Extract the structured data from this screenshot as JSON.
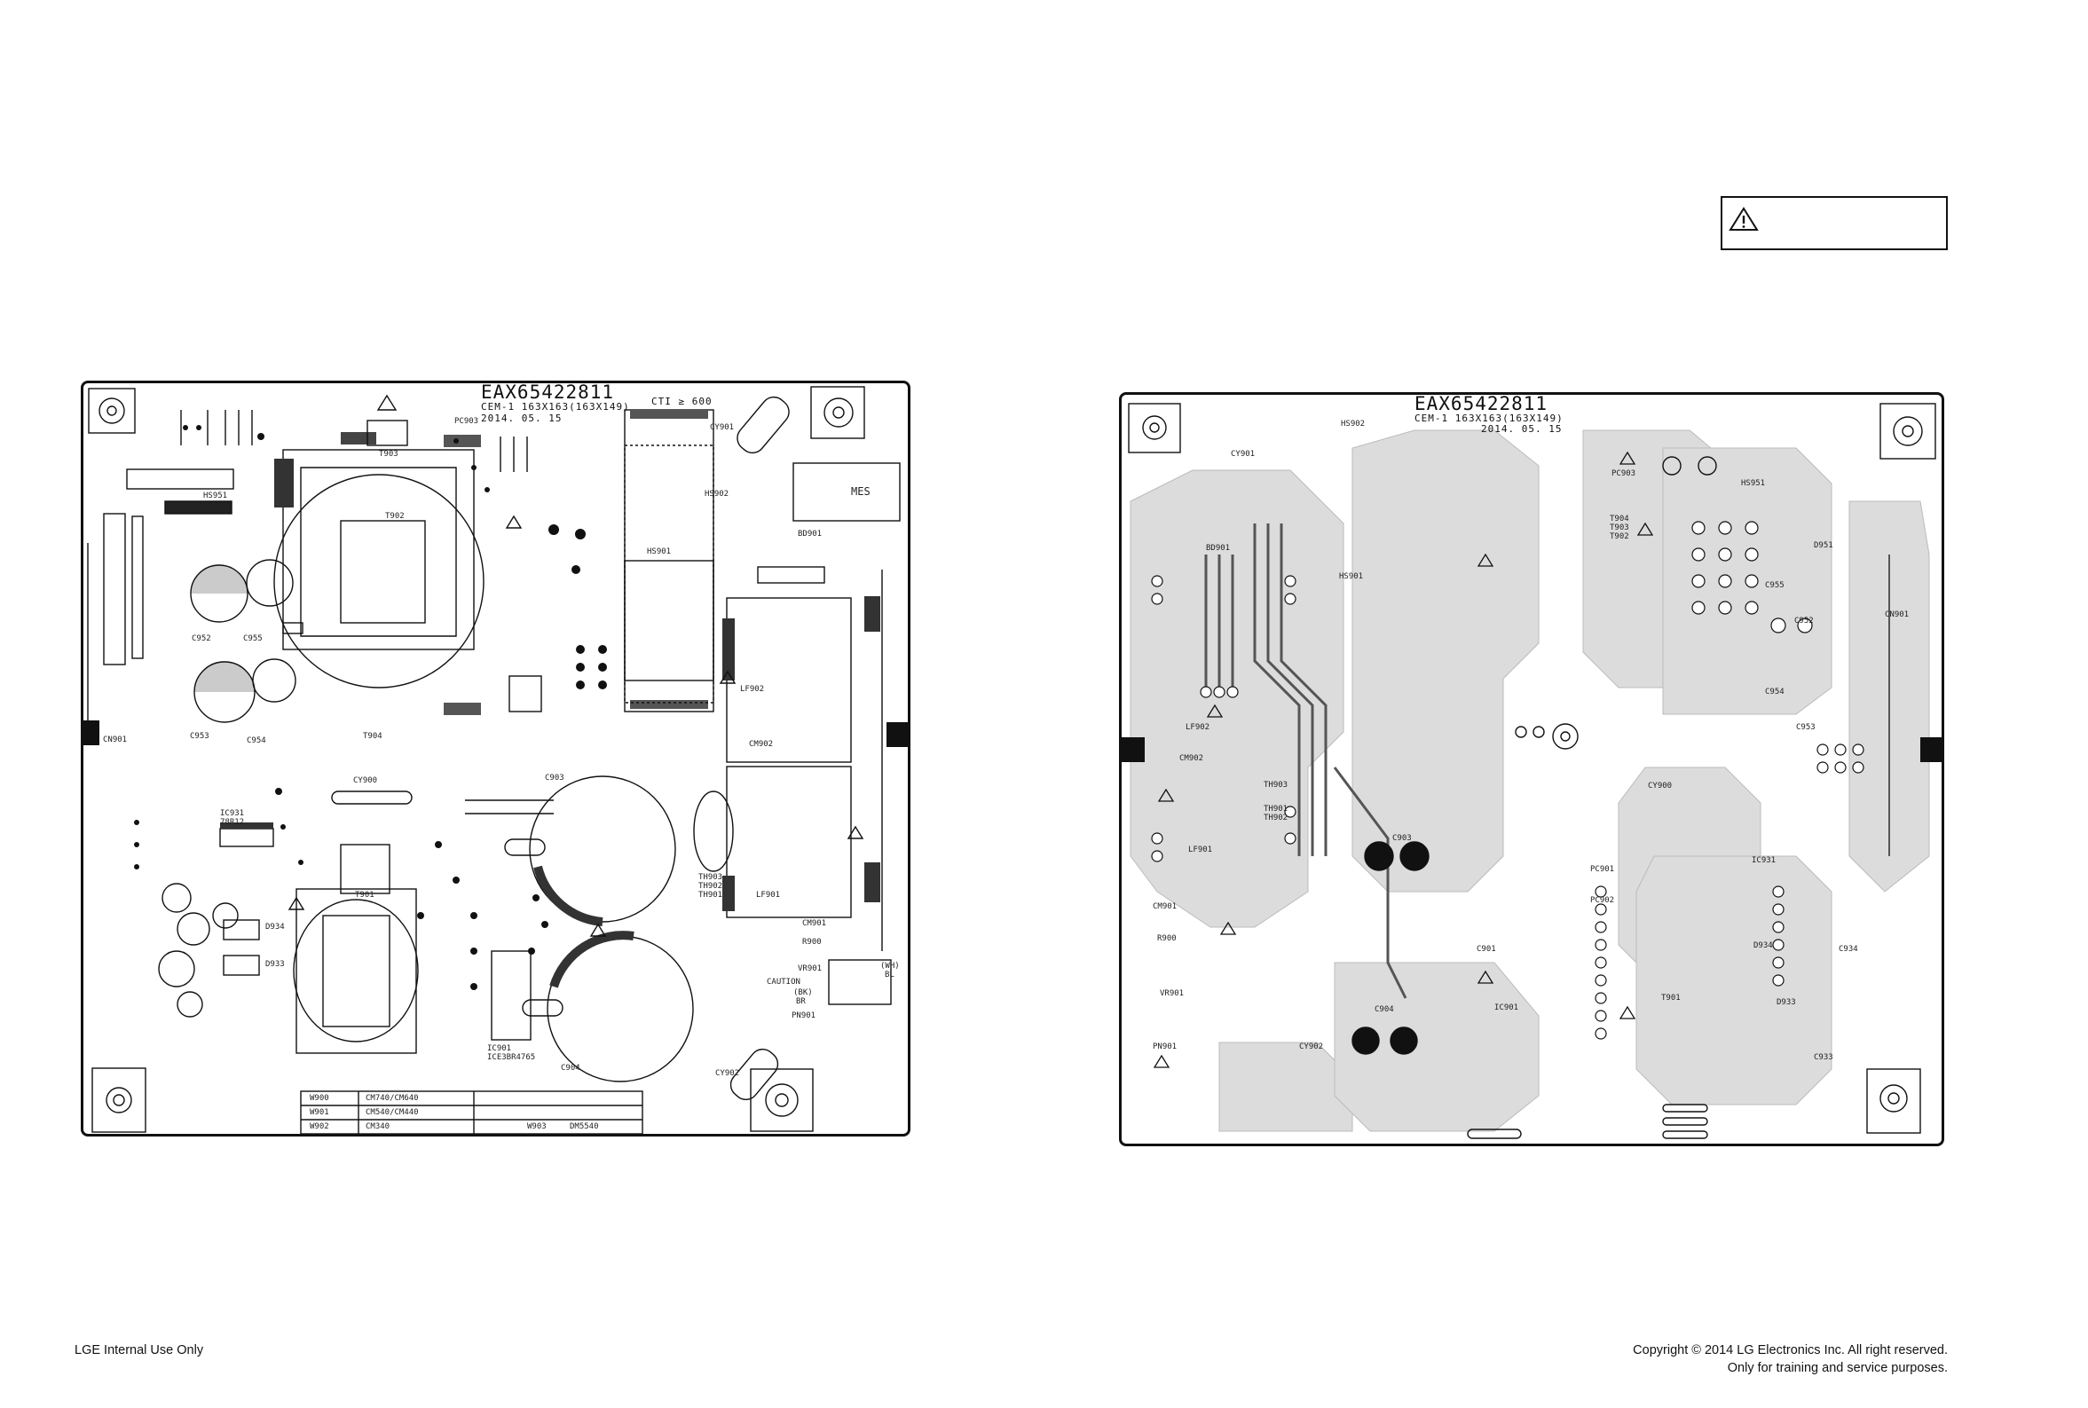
{
  "top_board": {
    "part_number": "EAX65422811",
    "spec_line": "CEM-1 163X163(163X149)",
    "date": "2014. 05. 15",
    "cti": "CTI ≥ 600",
    "labels": {
      "hs951": "HS951",
      "cn901": "CN901",
      "t902": "T902",
      "t903": "T903",
      "t904": "T904",
      "t901": "T901",
      "hs902": "HS902",
      "hs901": "HS901",
      "bd901": "BD901",
      "lf902": "LF902",
      "cm902": "CM902",
      "cy901": "CY901",
      "cy900": "CY900",
      "cy902": "CY902",
      "pc903": "PC903",
      "c952": "C952",
      "c955": "C955",
      "c953": "C953",
      "c954": "C954",
      "c903": "C903",
      "c904": "C904",
      "ic931": "IC931",
      "ic931_part": "78R12",
      "d934": "D934",
      "d933": "D933",
      "lf901": "LF901",
      "cm901": "CM901",
      "r900": "R900",
      "pn901": "PN901",
      "vr901": "VR901",
      "th903": "TH903",
      "th902": "TH902",
      "th901": "TH901",
      "caution": "CAUTION",
      "bk": "(BK)",
      "br": "BR",
      "wh": "(WH)",
      "bl": "BL",
      "mes": "MES",
      "ic901": "IC901",
      "ic901_part": "ICE3BR4765"
    },
    "jumper_table": [
      {
        "code": "W900",
        "value": "CM740/CM640"
      },
      {
        "code": "W901",
        "value": "CM540/CM440"
      },
      {
        "code": "W902",
        "value": "CM340"
      },
      {
        "code": "W903",
        "value": "DM5540"
      }
    ]
  },
  "bottom_board": {
    "part_number": "EAX65422811",
    "spec_line": "CEM-1 163X163(163X149)",
    "date": "2014. 05. 15",
    "labels": {
      "hs902": "HS902",
      "cy901": "CY901",
      "pc903": "PC903",
      "bd901": "BD901",
      "hs901": "HS901",
      "t904": "T904",
      "t903": "T903",
      "t902": "T902",
      "hs951": "HS951",
      "c955": "C955",
      "c952": "C952",
      "cn901": "CN901",
      "c954": "C954",
      "c953": "C953",
      "lf902": "LF902",
      "cm902": "CM902",
      "th903": "TH903",
      "th901": "TH901",
      "th902": "TH902",
      "cy900": "CY900",
      "c903": "C903",
      "c904": "C904",
      "lf901": "LF901",
      "cm901": "CM901",
      "r900": "R900",
      "vr901": "VR901",
      "pn901": "PN901",
      "cy902": "CY902",
      "ic901": "IC901",
      "ic931": "IC931",
      "d934": "D934",
      "d933": "D933",
      "t901": "T901",
      "pc901": "PC901",
      "pc902": "PC902",
      "c934": "C934",
      "c933": "C933",
      "c901": "C901",
      "d951": "D951"
    }
  },
  "warning_box": {
    "icon": "warning-triangle-icon"
  },
  "footer": {
    "left": "LGE Internal Use Only",
    "right_line1": "Copyright © 2014 LG Electronics Inc. All right reserved.",
    "right_line2": "Only for training and service purposes."
  }
}
